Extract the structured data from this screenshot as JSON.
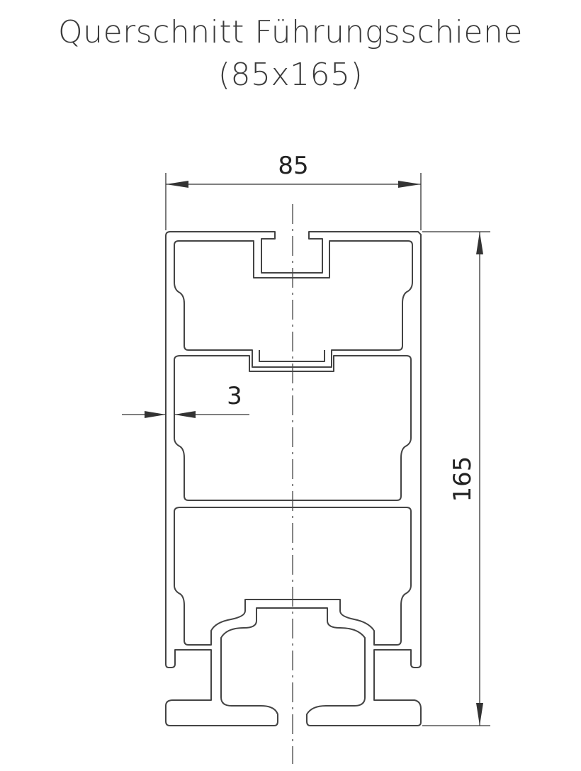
{
  "title": {
    "line1": "Querschnitt Führungsschiene",
    "line2": "(85x165)"
  },
  "dimensions": {
    "width": "85",
    "height": "165",
    "wall": "3"
  }
}
